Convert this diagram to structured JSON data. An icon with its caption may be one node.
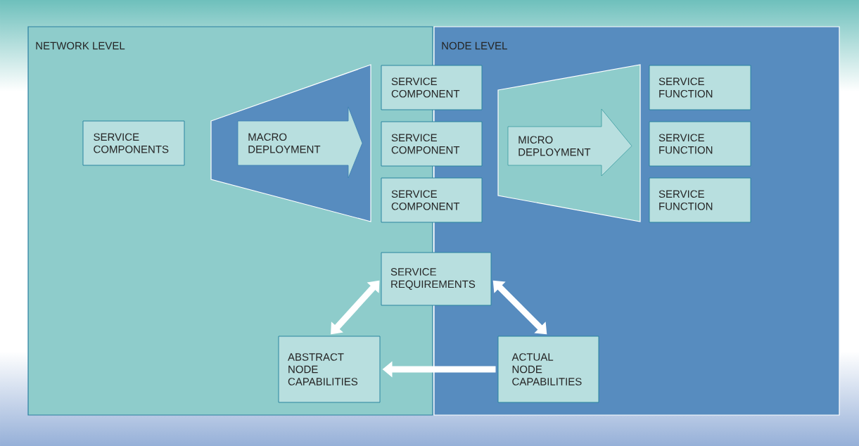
{
  "diagram": {
    "nodes": [
      {
        "text": [
          "NETWORK LEVEL"
        ]
      },
      {
        "text": [
          "NODE LEVEL"
        ]
      },
      {
        "text": [
          "SERVICE COMPONENTS"
        ],
        "in": 0
      },
      {
        "text": [],
        "shape": "trapezoid",
        "in": 0
      },
      {
        "text": [
          "MACRO DEPLOYMENT"
        ],
        "in": 3
      },
      {
        "text": [
          "SERVICE COMPONENT"
        ]
      },
      {
        "text": [
          "SERVICE COMPONENT"
        ]
      },
      {
        "text": [
          "SERVICE COMPONENT"
        ]
      },
      {
        "text": [],
        "shape": "trapezoid",
        "in": 1
      },
      {
        "text": [
          "MICRO DEPLOYMENT"
        ],
        "in": 8
      },
      {
        "text": [
          "SERVICE FUNCTION"
        ],
        "in": 1
      },
      {
        "text": [
          "SERVICE FUNCTION"
        ],
        "in": 1
      },
      {
        "text": [
          "SERVICE FUNCTION"
        ],
        "in": 1
      },
      {
        "text": [
          "SERVICE REQUIREMENTS"
        ]
      },
      {
        "text": [
          "ABSTRACT NODE CAPABILITIES"
        ],
        "in": 0
      },
      {
        "text": [
          "ACTUAL NODE CAPABILITIES"
        ],
        "in": 1
      }
    ],
    "edges": [
      {
        "from": 13,
        "to": 14,
        "arrow": "both"
      },
      {
        "from": 13,
        "to": 15,
        "arrow": "both"
      },
      {
        "from": 15,
        "to": 14,
        "arrow": "to"
      }
    ]
  }
}
